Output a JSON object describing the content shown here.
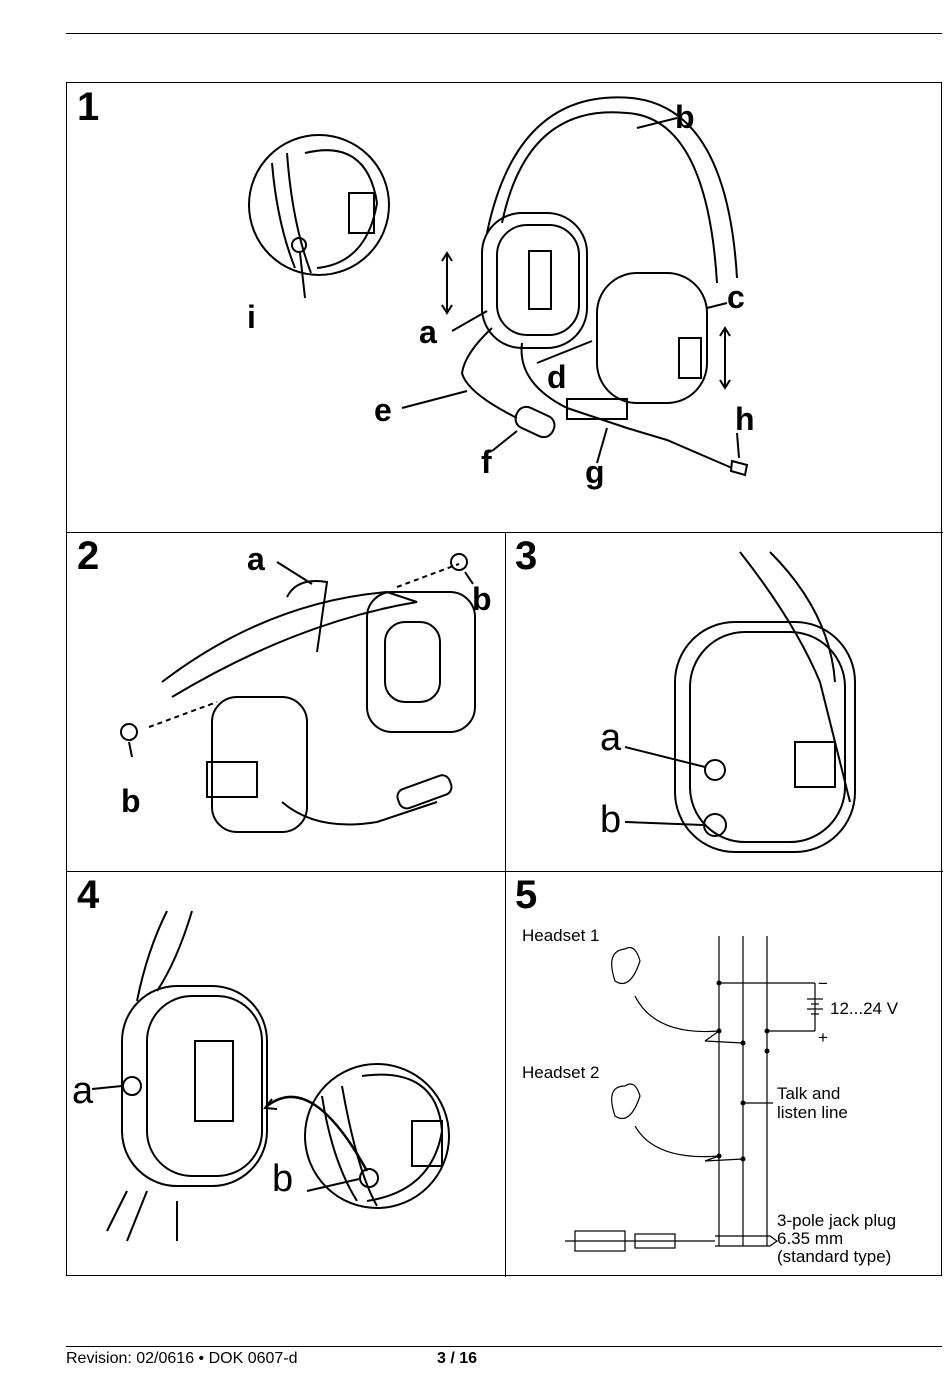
{
  "panel1": {
    "number": "1",
    "labels": {
      "a": "a",
      "b": "b",
      "c": "c",
      "d": "d",
      "e": "e",
      "f": "f",
      "g": "g",
      "h": "h",
      "i": "i"
    }
  },
  "panel2": {
    "number": "2",
    "labels": {
      "a": "a",
      "b1": "b",
      "b2": "b"
    }
  },
  "panel3": {
    "number": "3",
    "labels": {
      "a": "a",
      "b": "b"
    }
  },
  "panel4": {
    "number": "4",
    "labels": {
      "a": "a",
      "b": "b"
    }
  },
  "panel5": {
    "number": "5",
    "headset1": "Headset 1",
    "headset2": "Headset 2",
    "voltage": "12...24 V",
    "minus": "−",
    "plus": "+",
    "talk_line_1": "Talk and",
    "talk_line_2": "listen line",
    "jack_1": "3-pole jack plug",
    "jack_2": "6.35 mm",
    "jack_3": "(standard type)"
  },
  "footer": {
    "revision": "Revision: 02/0616 • DOK 0607-d",
    "page": "3 / 16"
  }
}
